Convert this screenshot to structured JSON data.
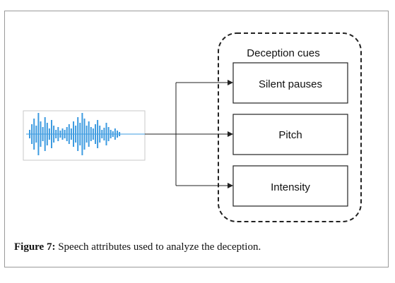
{
  "group": {
    "title": "Deception cues"
  },
  "cues": [
    "Silent pauses",
    "Pitch",
    "Intensity"
  ],
  "caption": {
    "label": "Figure 7:",
    "text": " Speech attributes used to analyze the deception."
  },
  "colors": {
    "waveform": "#3d9be0",
    "border": "#222222",
    "frame": "#9a9a9a"
  },
  "icons": {
    "waveform": "audio-waveform-icon"
  }
}
